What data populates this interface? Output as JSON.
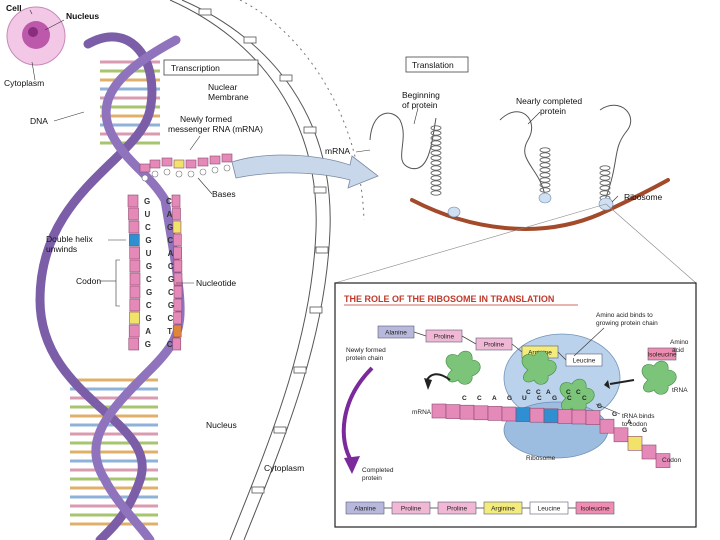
{
  "labels": {
    "cell": "Cell",
    "nucleus_top": "Nucleus",
    "cytoplasm_left": "Cytoplasm",
    "dna": "DNA",
    "transcription": "Transcription",
    "nuclear_membrane": "Nuclear Membrane",
    "mrna_new": "Newly formed messenger RNA (mRNA)",
    "bases": "Bases",
    "double_helix": "Double helix unwinds",
    "codon": "Codon",
    "nucleotide": "Nucleotide",
    "nucleus_bottom": "Nucleus",
    "cytoplasm_bottom": "Cytoplasm",
    "translation": "Translation",
    "beginning_protein": "Beginning of protein",
    "nearly_completed": "Nearly completed protein",
    "mrna": "mRNA",
    "ribosome": "Ribosome"
  },
  "strand_bases": [
    "G",
    "U",
    "C",
    "G",
    "U",
    "G",
    "C",
    "G",
    "C",
    "G",
    "A",
    "G"
  ],
  "partner_bases": [
    "C",
    "A",
    "G",
    "C",
    "A",
    "C",
    "G",
    "C",
    "G",
    "C",
    "T",
    "C"
  ],
  "inset": {
    "title": "THE ROLE OF THE RIBOSOME IN TRANSLATION",
    "amino_binds": "Amino acid binds to growing protein chain",
    "amino_acid": "Amino acid",
    "trna": "tRNA",
    "trna_binds": "tRNA binds to codon",
    "newly_formed_chain": "Newly formed protein chain",
    "mrna": "mRNA",
    "ribosome": "Ribosome",
    "codon": "Codon",
    "completed_protein": "Completed protein",
    "chain_top": [
      "Alanine",
      "Proline",
      "Proline",
      "Arginine",
      "Leucine"
    ],
    "free_amino": "Isoleucine",
    "codon_bases": [
      "C",
      "C",
      "A",
      "G",
      "U",
      "C",
      "G",
      "C",
      "C",
      "G",
      "G",
      "A",
      "G"
    ],
    "anticodon": [
      "C",
      "C",
      "A",
      "C",
      "C"
    ],
    "completed_chain": [
      "Alanine",
      "Proline",
      "Proline",
      "Arginine",
      "Leucine",
      "Isoleucine"
    ]
  },
  "colors": {
    "helix": "#7b5ea7",
    "rung": "#d99bb0",
    "mrna_pink": "#e58ab8",
    "ribosome_blue": "#a9c8e6",
    "trna_green": "#7cc47a",
    "protein_brown": "#a24a2a",
    "inset_title": "#c0392b",
    "arrow_purple": "#7a2a9a"
  }
}
